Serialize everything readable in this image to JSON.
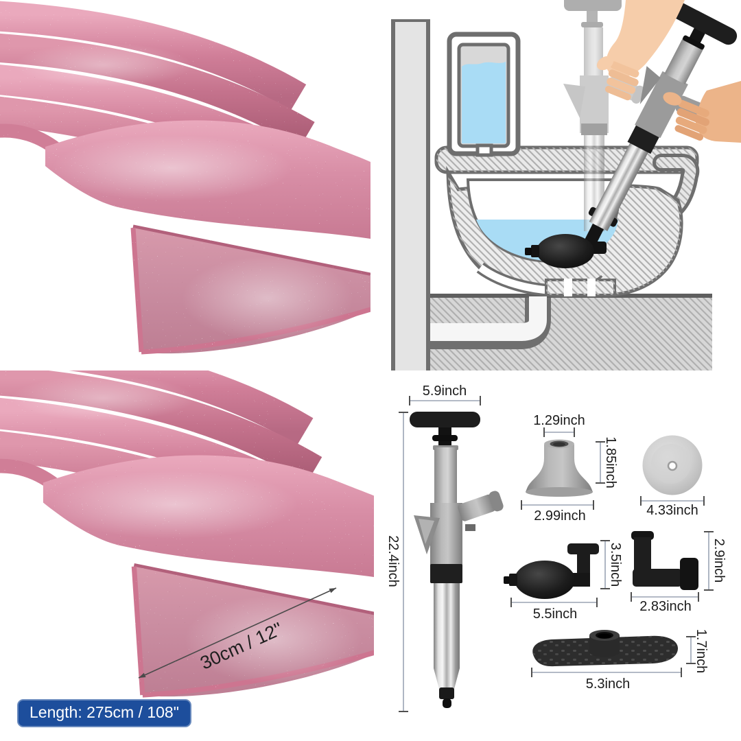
{
  "runner": {
    "width_label": "30cm / 12\"",
    "length_label": "Length: 275cm / 108\""
  },
  "plunger": {
    "overall_width": "5.9inch",
    "overall_height": "22.4inch",
    "cone_top": "1.29inch",
    "cone_height": "1.85inch",
    "cone_base": "2.99inch",
    "cup_diameter": "4.33inch",
    "bellows_height": "3.5inch",
    "bellows_length": "5.5inch",
    "elbow_height": "2.9inch",
    "elbow_width": "2.83inch",
    "paddle_height": "1.7inch",
    "paddle_length": "5.3inch"
  },
  "colors": {
    "badge_blue": "#1d4e9c",
    "runner_pink": "#d0809a",
    "water_blue": "#a9dcf5",
    "outline_gray": "#6e6e6e"
  }
}
